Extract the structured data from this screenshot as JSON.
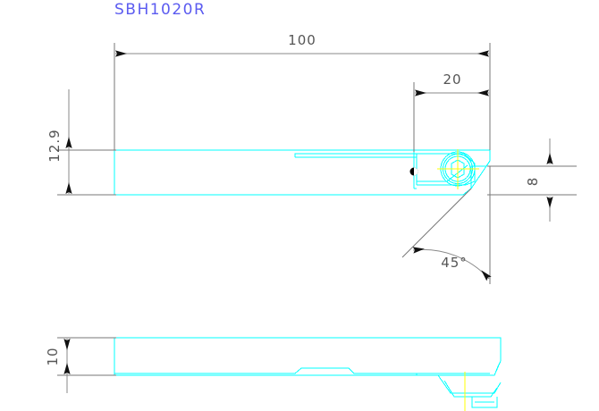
{
  "drawing": {
    "title": "SBH1020R",
    "title_color": "#5b5bf0",
    "background": "#ffffff",
    "part_line_color": "#00ffff",
    "dimension_color": "#666666",
    "centerline_color": "#ffff00",
    "node_color": "#000000"
  },
  "dimensions": {
    "overall_length": {
      "label": "100",
      "name": "overall-length-dimension"
    },
    "head_length": {
      "label": "20",
      "name": "head-length-dimension"
    },
    "shank_height": {
      "label": "12.9",
      "name": "shank-height-dimension"
    },
    "nose_height": {
      "label": "8",
      "name": "nose-height-dimension"
    },
    "shank_width": {
      "label": "10",
      "name": "shank-width-dimension"
    },
    "nose_angle": {
      "label": "45°",
      "name": "nose-angle-dimension"
    }
  },
  "views": {
    "side_view": {
      "name": "side-view"
    },
    "bottom_view": {
      "name": "bottom-view"
    }
  },
  "features": {
    "screw": {
      "name": "insert-clamp-screw"
    },
    "pocket": {
      "name": "insert-pocket"
    },
    "node_marker": {
      "name": "reference-node-marker"
    }
  }
}
